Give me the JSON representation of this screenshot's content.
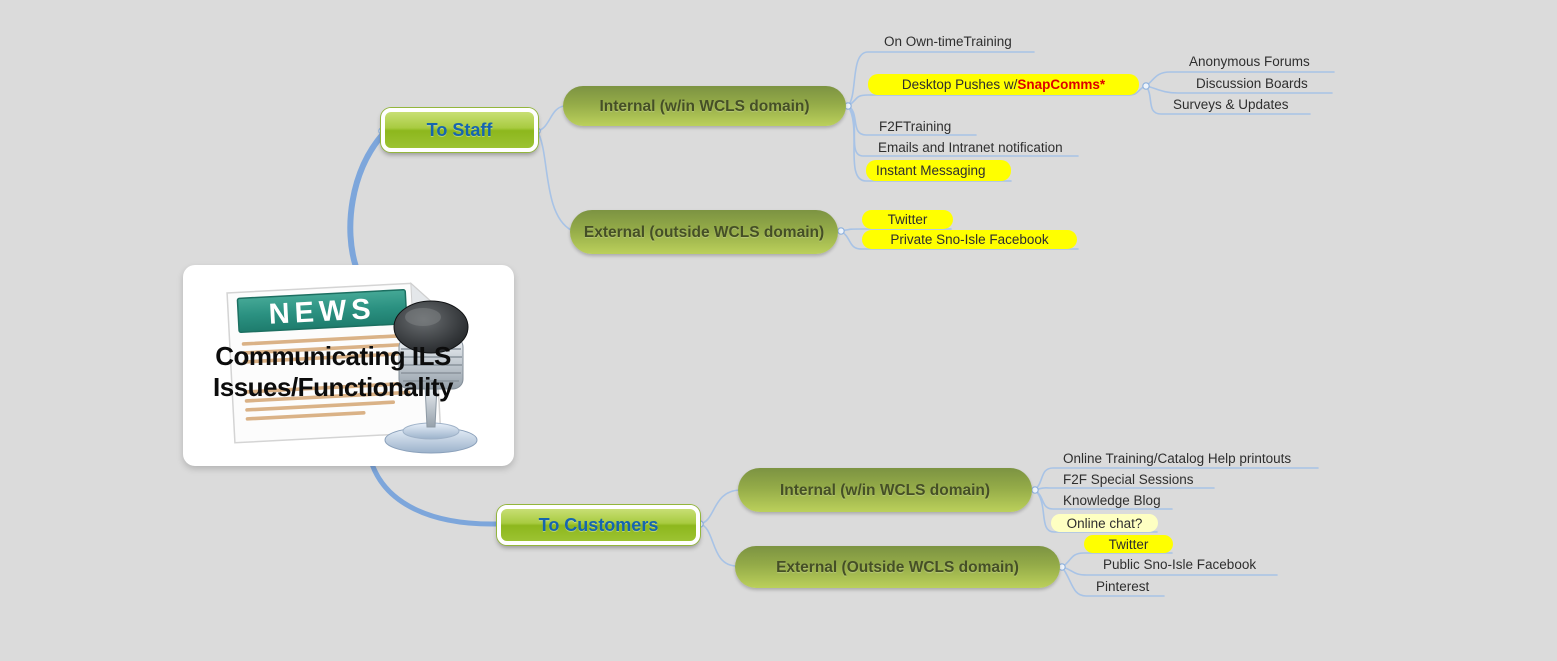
{
  "central": {
    "news_label": "NEWS",
    "line1": "Communicating ILS",
    "line2": "Issues/Functionality"
  },
  "branches": [
    {
      "label": "To Staff",
      "children": [
        {
          "label": "Internal (w/in WCLS domain)",
          "children": [
            {
              "label": "On Own-timeTraining",
              "highlight": "none"
            },
            {
              "prefix": "Desktop Pushes w/ ",
              "emphasis": "SnapComms*",
              "highlight": "yellow",
              "children": [
                {
                  "label": "Anonymous Forums",
                  "highlight": "none"
                },
                {
                  "label": "Discussion Boards",
                  "highlight": "none"
                },
                {
                  "label": "Surveys & Updates",
                  "highlight": "none"
                }
              ]
            },
            {
              "label": "F2FTraining",
              "highlight": "none"
            },
            {
              "label": "Emails and Intranet notification",
              "highlight": "none"
            },
            {
              "label": "Instant Messaging",
              "highlight": "yellow"
            }
          ]
        },
        {
          "label": "External (outside WCLS domain)",
          "children": [
            {
              "label": "Twitter",
              "highlight": "yellow"
            },
            {
              "label": "Private Sno-Isle Facebook",
              "highlight": "yellow"
            }
          ]
        }
      ]
    },
    {
      "label": "To Customers",
      "children": [
        {
          "label": "Internal (w/in WCLS domain)",
          "children": [
            {
              "label": "Online Training/Catalog Help printouts",
              "highlight": "none"
            },
            {
              "label": "F2F Special Sessions",
              "highlight": "none"
            },
            {
              "label": "Knowledge Blog",
              "highlight": "none"
            },
            {
              "label": "Online chat?",
              "highlight": "pale-yellow"
            }
          ]
        },
        {
          "label": "External  (Outside WCLS domain)",
          "children": [
            {
              "label": "Twitter",
              "highlight": "yellow"
            },
            {
              "label": "Public Sno-Isle Facebook",
              "highlight": "none"
            },
            {
              "label": "Pinterest",
              "highlight": "none"
            }
          ]
        }
      ]
    }
  ],
  "colors": {
    "background": "#dbdbdb",
    "main_node_green": "#9cc332",
    "main_node_text_blue": "#1665ae",
    "capsule_green_top": "#7c9342",
    "capsule_green_bottom": "#bbd05b",
    "capsule_text": "#454f26",
    "highlight_yellow": "#ffff00",
    "highlight_pale_yellow": "#feffc2",
    "emphasis_red": "#dd0000",
    "connector_blue": "#a8c3e6",
    "trunk_blue": "#7da6db",
    "news_banner_teal": "#2b9181"
  }
}
